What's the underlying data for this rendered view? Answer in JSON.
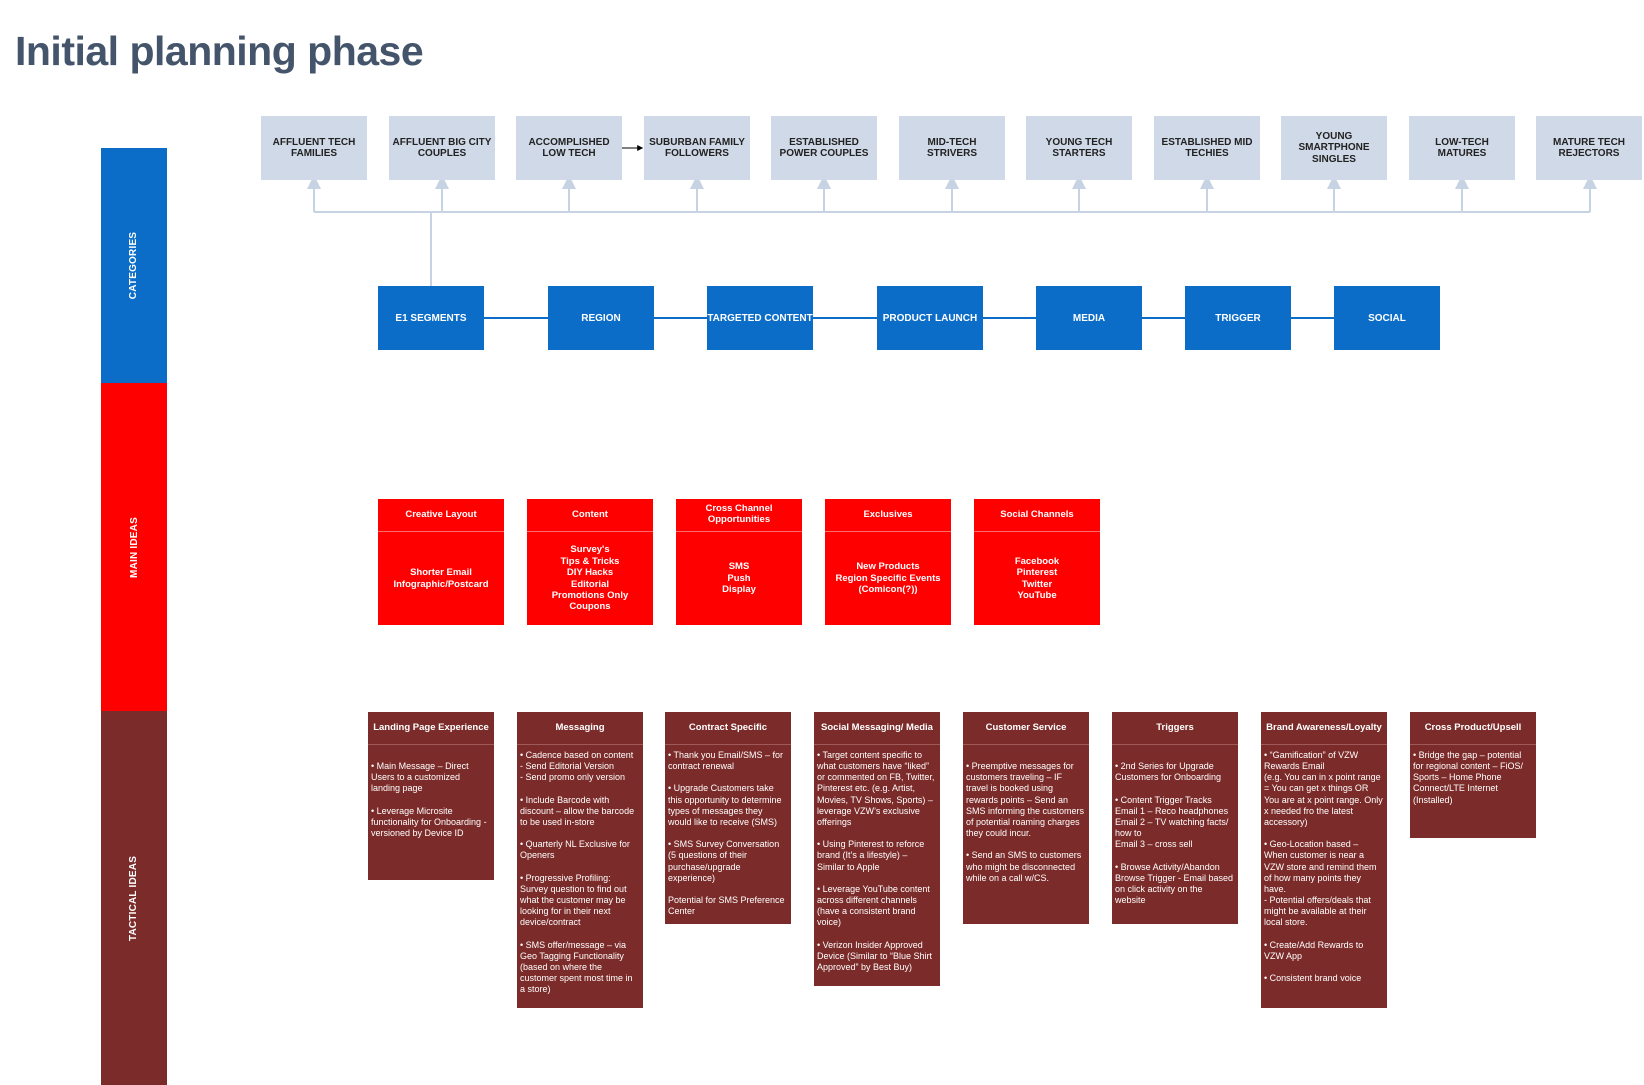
{
  "title": "Initial planning phase",
  "bands": {
    "categories": "CATEGORIES",
    "main_ideas": "MAIN IDEAS",
    "tactical_ideas": "TACTICAL IDEAS"
  },
  "categories": [
    "AFFLUENT TECH FAMILIES",
    "AFFLUENT BIG CITY COUPLES",
    "ACCOMPLISHED LOW TECH",
    "SUBURBAN FAMILY FOLLOWERS",
    "ESTABLISHED POWER COUPLES",
    "MID-TECH STRIVERS",
    "YOUNG TECH STARTERS",
    "ESTABLISHED MID TECHIES",
    "YOUNG SMARTPHONE SINGLES",
    "LOW-TECH MATURES",
    "MATURE TECH REJECTORS"
  ],
  "segment_boxes": [
    "E1 SEGMENTS",
    "REGION",
    "TARGETED CONTENT",
    "PRODUCT LAUNCH",
    "MEDIA",
    "TRIGGER",
    "SOCIAL"
  ],
  "main_ideas": [
    {
      "heading": "Creative Layout",
      "body": "Shorter Email\nInfographic/Postcard"
    },
    {
      "heading": "Content",
      "body": "Survey's\nTips & Tricks\nDIY Hacks\nEditorial\nPromotions Only\nCoupons"
    },
    {
      "heading": "Cross Channel\nOpportunities",
      "body": "SMS\nPush\nDisplay"
    },
    {
      "heading": "Exclusives",
      "body": "New Products\nRegion Specific Events\n(Comicon(?))"
    },
    {
      "heading": "Social Channels",
      "body": "Facebook\nPinterest\nTwitter\nYouTube"
    }
  ],
  "tactical_ideas": [
    {
      "heading": "Landing Page Experience",
      "body": "\n• Main Message – Direct Users to a customized landing page\n\n• Leverage Microsite functionality for Onboarding - versioned by Device ID\n"
    },
    {
      "heading": "Messaging",
      "body": "• Cadence based on content\n- Send Editorial Version\n- Send promo only version\n\n• Include Barcode with discount – allow the barcode to be used in-store\n\n• Quarterly NL Exclusive for Openers\n\n• Progressive Profiling: Survey question to find out what the customer may be looking for in their next device/contract\n\n• SMS offer/message – via Geo Tagging Functionality (based on where the customer spent most time in a store)"
    },
    {
      "heading": "Contract Specific",
      "body": "• Thank you Email/SMS – for contract renewal\n\n• Upgrade Customers take this opportunity to determine types of messages they would like to receive (SMS)\n\n• SMS Survey Conversation (5 questions of their purchase/upgrade experience)\n\nPotential for SMS Preference Center"
    },
    {
      "heading": "Social Messaging/ Media",
      "body": "• Target content specific to what customers have “liked” or commented on FB, Twitter, Pinterest etc. (e.g. Artist, Movies, TV Shows, Sports) – leverage VZW’s exclusive offerings\n\n• Using Pinterest to reforce brand (It’s a lifestyle) – Similar to Apple\n\n• Leverage YouTube content across different channels (have a consistent brand voice)\n\n• Verizon Insider Approved Device (Similar to “Blue Shirt Approved” by Best Buy)"
    },
    {
      "heading": "Customer Service",
      "body": "\n• Preemptive messages for customers traveling – IF travel is booked using rewards points – Send an SMS informing the customers of potential roaming charges they could incur.\n\n• Send an SMS to customers who might be disconnected while on a call w/CS."
    },
    {
      "heading": "Triggers",
      "body": "\n• 2nd Series for Upgrade Customers for Onboarding\n\n• Content Trigger Tracks\nEmail 1 – Reco headphones\nEmail 2 – TV watching facts/ how to\nEmail 3 – cross sell\n\n• Browse Activity/Abandon Browse Trigger - Email based on click activity on the website"
    },
    {
      "heading": "Brand Awareness/Loyalty",
      "body": "• “Gamification” of VZW Rewards Email\n(e.g. You can in x point range = You can get x things OR\nYou are at x point range. Only x needed fro the latest accessory)\n\n• Geo-Location based – When customer is near a VZW store and remind them of how many points they have.\n- Potential offers/deals that might be available at their local store.\n\n• Create/Add Rewards to VZW App\n\n• Consistent brand voice"
    },
    {
      "heading": "Cross Product/Upsell",
      "body": "• Bridge the gap – potential for regional content – FiOS/ Sports – Home Phone Connect/LTE Internet (Installed)\n"
    }
  ],
  "colors": {
    "title": "#44546a",
    "categories_band": "#0b6dc8",
    "main_ideas_band": "#ff0000",
    "tactical_band": "#7b2c2a",
    "category_box": "#cfd9e7",
    "connector": "#c5d3e3"
  }
}
